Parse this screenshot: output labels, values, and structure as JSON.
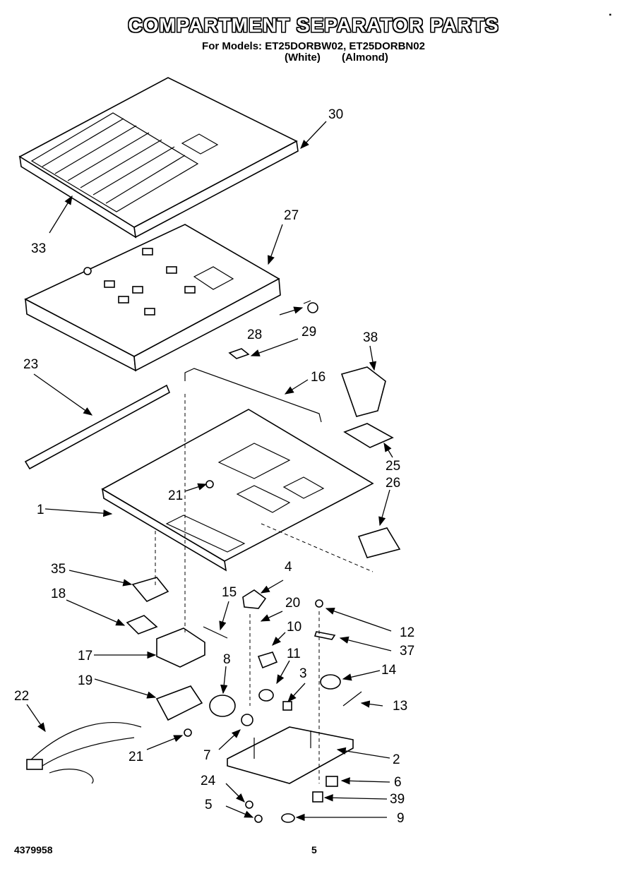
{
  "header": {
    "title": "COMPARTMENT SEPARATOR PARTS",
    "models_line": "For Models: ET25DORBW02, ET25DORBN02",
    "variant_white": "(White)",
    "variant_almond": "(Almond)",
    "corner_mark": "▪"
  },
  "callouts": [
    "30",
    "33",
    "27",
    "28",
    "29",
    "38",
    "23",
    "16",
    "25",
    "26",
    "21",
    "1",
    "4",
    "35",
    "15",
    "20",
    "12",
    "18",
    "10",
    "37",
    "17",
    "8",
    "11",
    "3",
    "14",
    "19",
    "13",
    "22",
    "7",
    "2",
    "21",
    "24",
    "6",
    "5",
    "39",
    "9"
  ],
  "footer": {
    "doc_number": "4379958",
    "page_number": "5"
  }
}
